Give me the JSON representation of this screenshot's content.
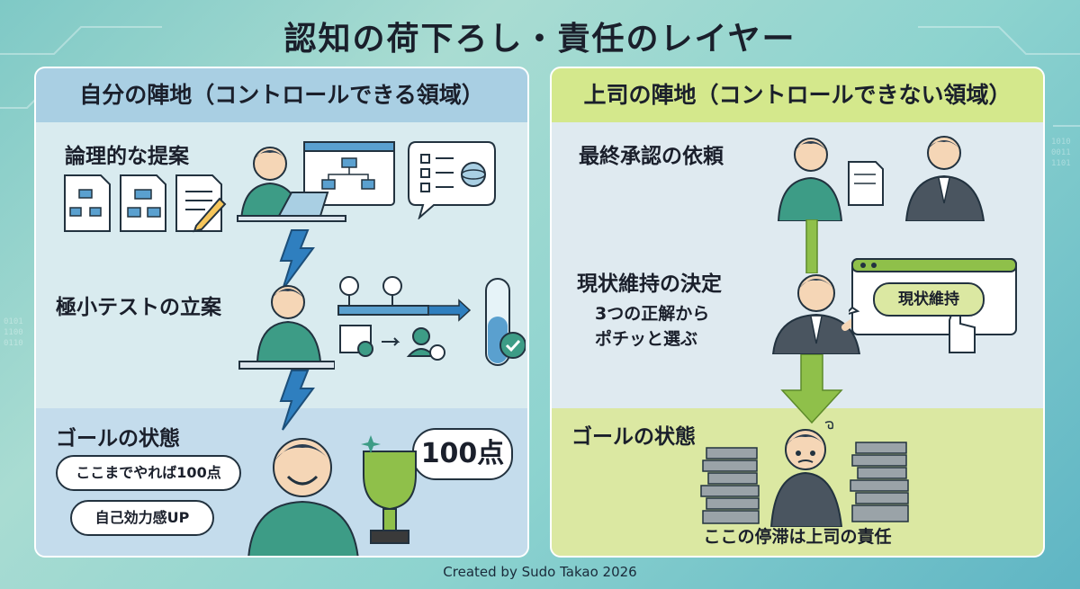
{
  "title": "認知の荷下ろし・責任のレイヤー",
  "left_panel": {
    "header": "自分の陣地（コントロールできる領域）",
    "step1_label": "論理的な提案",
    "step2_label": "極小テストの立案",
    "goal_label": "ゴールの状態",
    "bubble1": "ここまでやれば100点",
    "bubble2": "自己効力感UP",
    "score_bubble": "100点"
  },
  "right_panel": {
    "header": "上司の陣地（コントロールできない領域）",
    "step1_label": "最終承認の依頼",
    "step2_label": "現状維持の決定",
    "step2_sub1": "3つの正解から",
    "step2_sub2": "ポチッと選ぶ",
    "button_label": "現状維持",
    "goal_label": "ゴールの状態",
    "goal_caption": "ここの停滞は上司の責任"
  },
  "credit": "Created by Sudo Takao 2026",
  "colors": {
    "left_header": "#a9cfe3",
    "right_header": "#d4e88c",
    "arrow_blue": "#2f7fbf",
    "arrow_green": "#8fc04a"
  }
}
